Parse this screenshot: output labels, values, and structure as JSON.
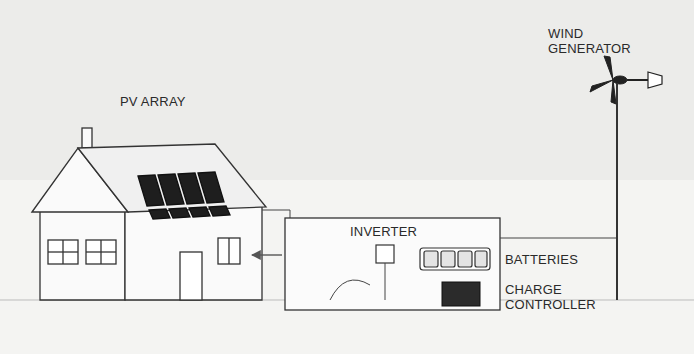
{
  "diagram": {
    "labels": [
      "WIND GENERATOR",
      "PV ARRAY",
      "INVERTER",
      "BATTERIES",
      "CHARGE CONTROLLER"
    ]
  }
}
